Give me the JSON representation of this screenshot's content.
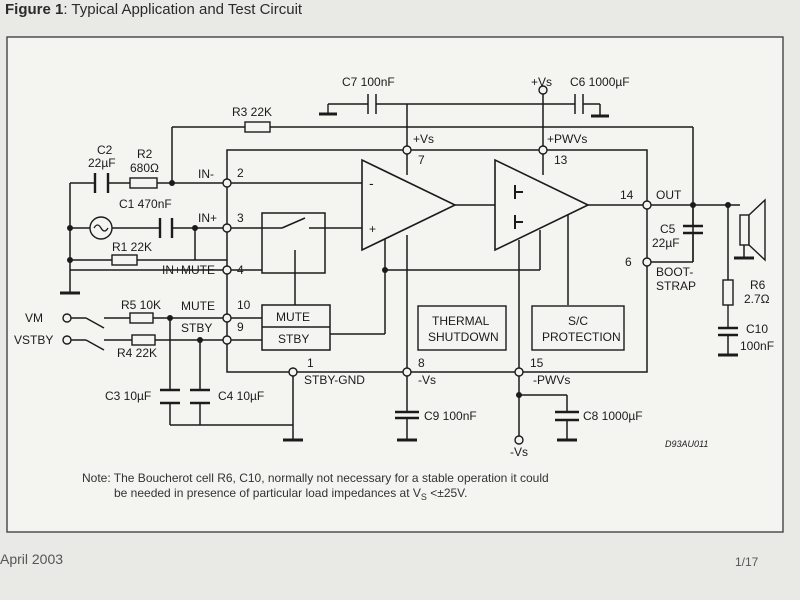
{
  "figure": {
    "label": "Figure 1",
    "title": ": Typical Application and Test Circuit"
  },
  "labels": {
    "c7": "C7 100nF",
    "vs_top": "+Vs",
    "c6": "C6 1000µF",
    "r3": "R3 22K",
    "c2_name": "C2",
    "c2_val": "22µF",
    "r2_name": "R2",
    "r2_val": "680Ω",
    "c1": "C1 470nF",
    "r1": "R1 22K",
    "in_minus": "IN-",
    "in_plus": "IN+",
    "in_plus_mute": "IN+MUTE",
    "mute_pin": "MUTE",
    "stby_pin": "STBY",
    "pin_2": "2",
    "pin_3": "3",
    "pin_4": "4",
    "pin_10": "10",
    "pin_9": "9",
    "pin_1": "1",
    "pin_8": "8",
    "pin_15": "15",
    "pin_7": "7",
    "pin_13": "13",
    "pin_14": "14",
    "pin_6": "6",
    "vs_in": "+Vs",
    "pwvs_in": "+PWVs",
    "minus": "-",
    "plus": "+",
    "mute_box": "MUTE",
    "stby_box": "STBY",
    "thermal_1": "THERMAL",
    "thermal_2": "SHUTDOWN",
    "sc_1": "S/C",
    "sc_2": "PROTECTION",
    "out": "OUT",
    "c5_name": "C5",
    "c5_val": "22µF",
    "boot_1": "BOOT-",
    "boot_2": "STRAP",
    "r6_name": "R6",
    "r6_val": "2.7Ω",
    "c10_name": "C10",
    "c10_val": "100nF",
    "vm": "VM",
    "vstby": "VSTBY",
    "r5": "R5 10K",
    "r4": "R4 22K",
    "c3": "C3 10µF",
    "c4": "C4 10µF",
    "stby_gnd": "STBY-GND",
    "minus_vs": "-Vs",
    "minus_pwvs": "-PWVs",
    "c9": "C9 100nF",
    "c8": "C8 1000µF",
    "vs_bottom": "-Vs",
    "code": "D93AU011",
    "note_1": "Note: The Boucherot cell R6, C10, normally not necessary for a stable operation it could",
    "note_2": "be needed in presence of particular load impedances at V",
    "note_sub": "S",
    "note_3": " <±25V."
  },
  "footer": {
    "date": "April 2003",
    "page": "1/17"
  }
}
